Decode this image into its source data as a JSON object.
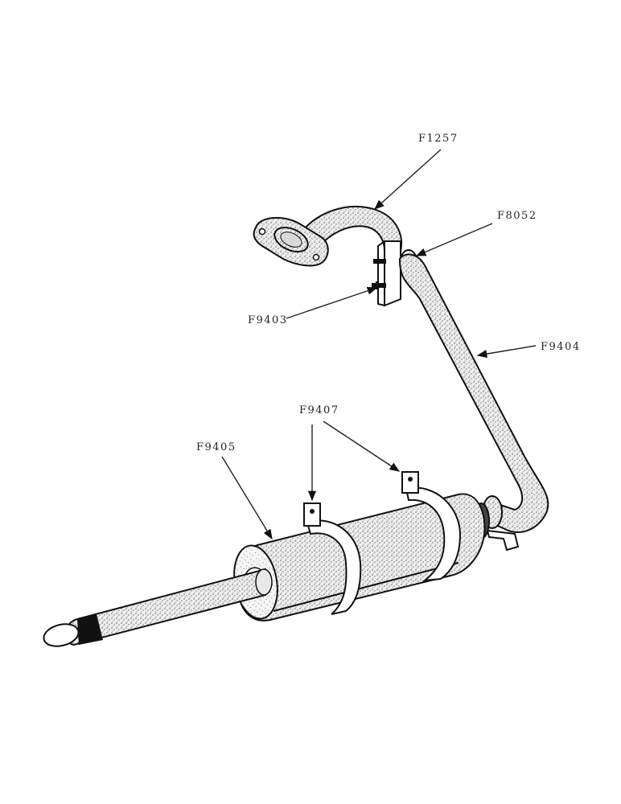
{
  "labels": {
    "f1257": "F1257",
    "f8052": "F8052",
    "f9403": "F9403",
    "f9404": "F9404",
    "f9407": "F9407",
    "f9405": "F9405"
  },
  "colors": {
    "ink": "#111111",
    "paper": "#ffffff",
    "stipple": "#6f6f6f"
  }
}
